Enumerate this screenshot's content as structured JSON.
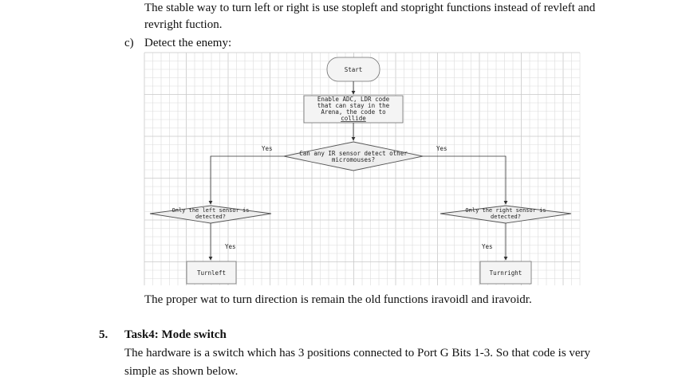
{
  "intro": {
    "line1": "The stable way to turn left or right is use stopleft and stopright functions instead of revleft and",
    "line2": "revright fuction.",
    "item_c_marker": "c)",
    "item_c_text": "Detect the enemy:"
  },
  "flowchart": {
    "start": "Start",
    "enable_lines": [
      "Enable ADC, LDR code",
      "that can stay in the",
      "Arena, the code to",
      "collide"
    ],
    "decision_main_lines": [
      "Can any IR sensor detect other",
      "micromouses?"
    ],
    "yes_left_top": "Yes",
    "yes_right_top": "Yes",
    "decision_left_lines": [
      "Only the left sensor is",
      "detected?"
    ],
    "decision_right_lines": [
      "Only the right sensor is",
      "detected?"
    ],
    "yes_left_bottom": "Yes",
    "yes_right_bottom": "Yes",
    "turn_left": "Turnleft",
    "turn_right": "Turnright"
  },
  "caption": "The proper wat to turn direction is remain the old functions iravoidl and iravoidr.",
  "section5": {
    "number": "5.",
    "title": "Task4: Mode switch",
    "body_line1": "The hardware is a switch which has 3 positions connected to Port G Bits 1-3. So that code is very",
    "body_line2": "simple as shown below."
  }
}
